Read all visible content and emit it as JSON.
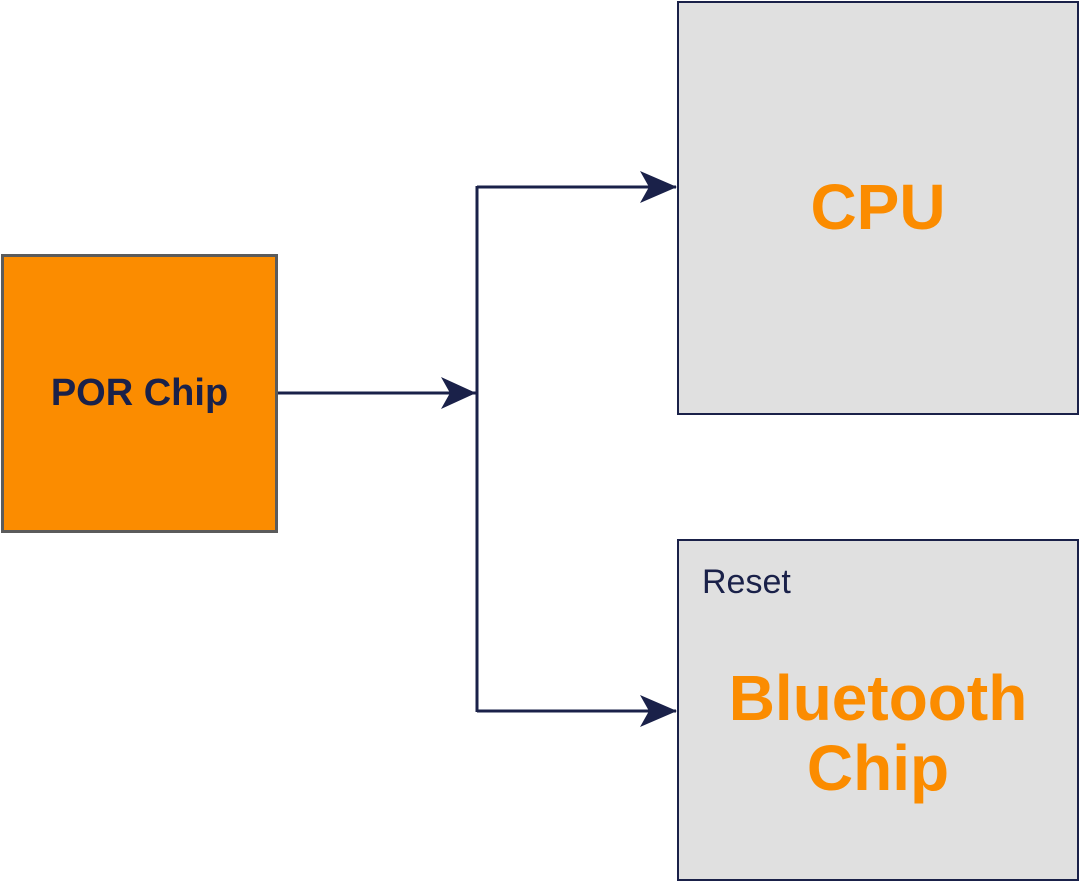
{
  "colors": {
    "accent": "#fb8c00",
    "navy": "#1a2149",
    "box_gray": "#e0e0e0",
    "border_gray": "#5b5b5b"
  },
  "nodes": {
    "por": {
      "label": "POR Chip"
    },
    "cpu": {
      "label": "CPU"
    },
    "bluetooth": {
      "label_line1": "Bluetooth",
      "label_line2": "Chip",
      "pin_label": "Reset"
    }
  },
  "edges": [
    {
      "from": "POR Chip",
      "to": "CPU"
    },
    {
      "from": "POR Chip",
      "to": "Bluetooth Chip"
    }
  ]
}
